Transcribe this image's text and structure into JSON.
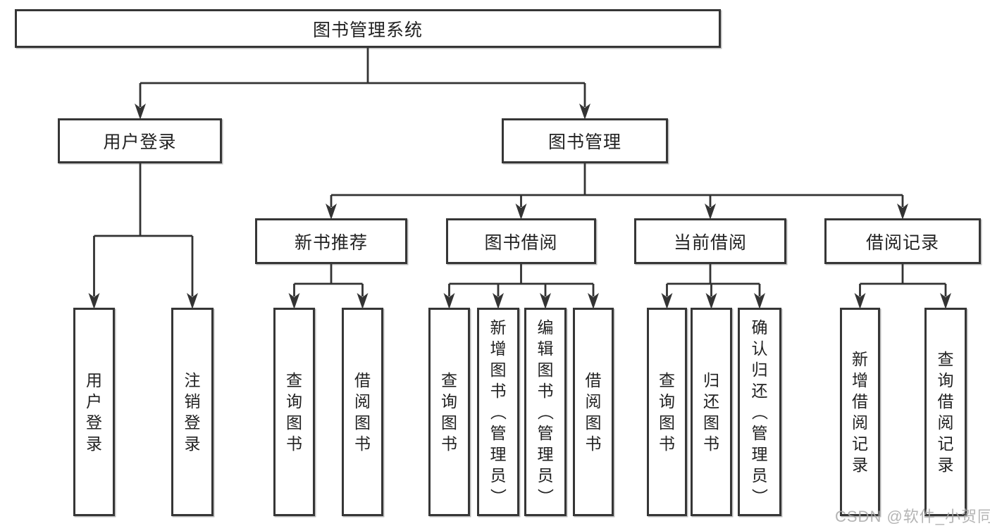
{
  "diagram": {
    "root": {
      "label": "图书管理系统"
    },
    "level2": [
      {
        "label": "用户登录"
      },
      {
        "label": "图书管理"
      }
    ],
    "level3": [
      {
        "label": "新书推荐"
      },
      {
        "label": "图书借阅"
      },
      {
        "label": "当前借阅"
      },
      {
        "label": "借阅记录"
      }
    ],
    "leaves": [
      {
        "label": "用户登录"
      },
      {
        "label": "注销登录"
      },
      {
        "label": "查询图书"
      },
      {
        "label": "借阅图书"
      },
      {
        "label": "查询图书"
      },
      {
        "label": "新增图书（管理员）"
      },
      {
        "label": "编辑图书（管理员）"
      },
      {
        "label": "借阅图书"
      },
      {
        "label": "查询图书"
      },
      {
        "label": "归还图书"
      },
      {
        "label": "确认归还（管理员）"
      },
      {
        "label": "新增借阅记录"
      },
      {
        "label": "查询借阅记录"
      }
    ]
  },
  "watermark": {
    "text": "CSDN @软件_小贺同学"
  },
  "colors": {
    "line": "#333333",
    "border": "#363636",
    "fill": "#ffffff",
    "text": "#222222",
    "watermark": "#a8a8a8",
    "background": "#ffffff"
  }
}
